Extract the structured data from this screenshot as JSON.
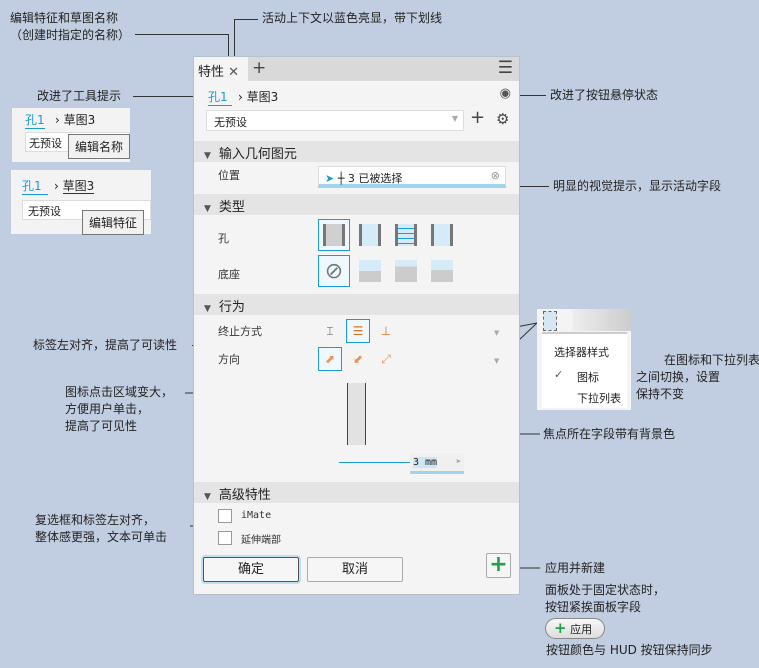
{
  "annotations": {
    "edit_names_1": "编辑特征和草图名称",
    "edit_names_2": "（创建时指定的名称）",
    "active_context": "活动上下文以蓝色亮显，带下划线",
    "tooltips": "改进了工具提示",
    "hover_state": "改进了按钮悬停状态",
    "visual_cue": "明显的视觉提示，显示活动字段",
    "label_left": "标签左对齐，提高了可读性",
    "icon_area_1": "图标点击区域变大，",
    "icon_area_2": "方便用户单击，",
    "icon_area_3": "提高了可见性",
    "switch_1": "在图标和下拉列表",
    "switch_2": "之间切换，设置",
    "switch_3": "保持不变",
    "focus_bg": "焦点所在字段带有背景色",
    "checkbox_1": "复选框和标签左对齐，",
    "checkbox_2": "整体感更强，文本可单击",
    "apply_new": "应用并新建",
    "pinned_1": "面板处于固定状态时，",
    "pinned_2": "按钮紧挨面板字段",
    "hud_sync": "按钮颜色与 HUD 按钮保持同步",
    "apply_label": "应用"
  },
  "insets": {
    "feature": "孔1",
    "sketch": "草图3",
    "preset": "无预设",
    "tip_edit_name": "编辑名称",
    "tip_edit_feature": "编辑特征"
  },
  "popup": {
    "title": "选择器样式",
    "options": [
      "图标",
      "下拉列表"
    ],
    "checked": "图标"
  },
  "panel": {
    "tab": "特性",
    "breadcrumb": {
      "feature": "孔1",
      "sketch": "草图3"
    },
    "preset": "无预设",
    "sections": {
      "input": "输入几何图元",
      "type": "类型",
      "behavior": "行为",
      "advanced": "高级特性"
    },
    "position_label": "位置",
    "position_value": "3  已被选择",
    "hole_label": "孔",
    "seat_label": "底座",
    "termination_label": "终止方式",
    "direction_label": "方向",
    "dimension_value": "3  mm",
    "checkboxes": [
      "iMate",
      "延伸端部"
    ],
    "ok": "确定",
    "cancel": "取消"
  },
  "colors": {
    "accent": "#1a9ad6",
    "apply_green": "#22a04a",
    "background": "#c1cde0"
  }
}
